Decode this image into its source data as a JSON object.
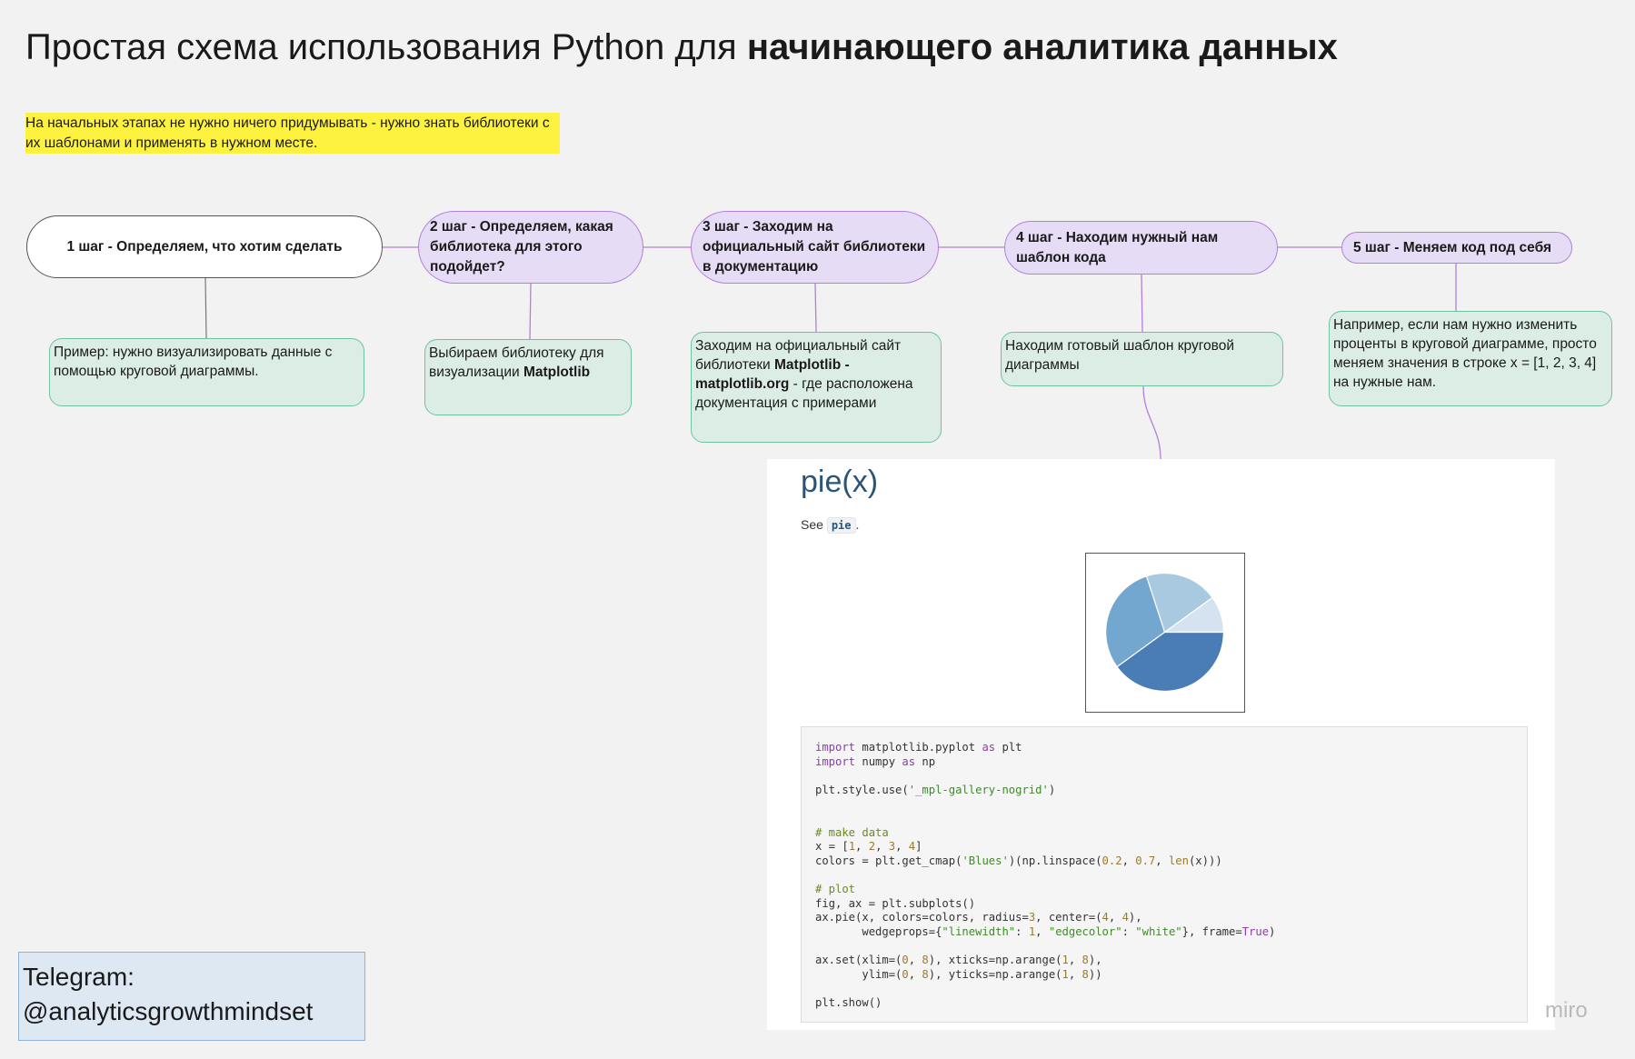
{
  "title": {
    "regular": "Простая схема использования Python для ",
    "bold": "начинающего аналитика данных"
  },
  "intro": "На начальных этапах не нужно ничего придумывать - нужно знать библиотеки с их шаблонами и применять в нужном месте.",
  "steps": [
    {
      "label": "1 шаг - Определяем, что хотим сделать",
      "note": {
        "pre": "Пример: нужно визуализировать данные с помощью круговой диаграммы.",
        "bold": "",
        "post": ""
      }
    },
    {
      "label": "2 шаг - Определяем, какая библиотека для этого подойдет?",
      "note": {
        "pre": "Выбираем библиотеку для визуализации ",
        "bold": "Matplotlib",
        "post": ""
      }
    },
    {
      "label": "3 шаг - Заходим на официальный сайт библиотеки в документацию",
      "note": {
        "pre": "Заходим на официальный сайт библиотеки ",
        "bold": "Matplotlib - matplotlib.org",
        "post": " - где расположена документация с примерами"
      }
    },
    {
      "label": "4 шаг - Находим нужный нам шаблон кода",
      "note": {
        "pre": "Находим готовый шаблон круговой диаграммы",
        "bold": "",
        "post": ""
      }
    },
    {
      "label": "5 шаг - Меняем код под себя",
      "note": {
        "pre": "Например, если нам нужно изменить проценты в круговой диаграмме, просто меняем значения в строке x = [1, 2, 3, 4] на нужные нам.",
        "bold": "",
        "post": ""
      }
    }
  ],
  "doc": {
    "title": "pie(x)",
    "see_prefix": "See ",
    "see_code": "pie",
    "see_suffix": ".",
    "pie": {
      "values": [
        1,
        2,
        3,
        4
      ],
      "colors": [
        "#d5e3f0",
        "#a9c9e0",
        "#73a7cf",
        "#4a7db6"
      ],
      "edgecolor": "#ffffff"
    },
    "code_lines": [
      [
        [
          "import",
          "kw"
        ],
        [
          " matplotlib.pyplot ",
          ""
        ],
        [
          "as",
          "kw"
        ],
        [
          " plt",
          ""
        ]
      ],
      [
        [
          "import",
          "kw"
        ],
        [
          " numpy ",
          ""
        ],
        [
          "as",
          "kw"
        ],
        [
          " np",
          ""
        ]
      ],
      [],
      [
        [
          "plt.style.use(",
          ""
        ],
        [
          "'_mpl-gallery-nogrid'",
          "str"
        ],
        [
          ")",
          ""
        ]
      ],
      [],
      [],
      [
        [
          "# make data",
          "com"
        ]
      ],
      [
        [
          "x = [",
          ""
        ],
        [
          "1",
          "num"
        ],
        [
          ", ",
          ""
        ],
        [
          "2",
          "num"
        ],
        [
          ", ",
          ""
        ],
        [
          "3",
          "num"
        ],
        [
          ", ",
          ""
        ],
        [
          "4",
          "num"
        ],
        [
          "]",
          ""
        ]
      ],
      [
        [
          "colors = plt.get_cmap(",
          ""
        ],
        [
          "'Blues'",
          "str"
        ],
        [
          ")(np.linspace(",
          ""
        ],
        [
          "0.2",
          "num"
        ],
        [
          ", ",
          ""
        ],
        [
          "0.7",
          "num"
        ],
        [
          ", ",
          ""
        ],
        [
          "len",
          "num"
        ],
        [
          "(x)))",
          ""
        ]
      ],
      [],
      [
        [
          "# plot",
          "com"
        ]
      ],
      [
        [
          "fig, ax = plt.subplots()",
          ""
        ]
      ],
      [
        [
          "ax.pie(x, colors=colors, radius=",
          ""
        ],
        [
          "3",
          "num"
        ],
        [
          ", center=(",
          ""
        ],
        [
          "4",
          "num"
        ],
        [
          ", ",
          ""
        ],
        [
          "4",
          "num"
        ],
        [
          "),",
          ""
        ]
      ],
      [
        [
          "       wedgeprops={",
          ""
        ],
        [
          "\"linewidth\"",
          "str"
        ],
        [
          ": ",
          ""
        ],
        [
          "1",
          "num"
        ],
        [
          ", ",
          ""
        ],
        [
          "\"edgecolor\"",
          "str"
        ],
        [
          ": ",
          ""
        ],
        [
          "\"white\"",
          "str"
        ],
        [
          "}, frame=",
          ""
        ],
        [
          "True",
          "kw"
        ],
        [
          ")",
          ""
        ]
      ],
      [],
      [
        [
          "ax.set(xlim=(",
          ""
        ],
        [
          "0",
          "num"
        ],
        [
          ", ",
          ""
        ],
        [
          "8",
          "num"
        ],
        [
          "), xticks=np.arange(",
          ""
        ],
        [
          "1",
          "num"
        ],
        [
          ", ",
          ""
        ],
        [
          "8",
          "num"
        ],
        [
          "),",
          ""
        ]
      ],
      [
        [
          "       ylim=(",
          ""
        ],
        [
          "0",
          "num"
        ],
        [
          ", ",
          ""
        ],
        [
          "8",
          "num"
        ],
        [
          "), yticks=np.arange(",
          ""
        ],
        [
          "1",
          "num"
        ],
        [
          ", ",
          ""
        ],
        [
          "8",
          "num"
        ],
        [
          "))",
          ""
        ]
      ],
      [],
      [
        [
          "plt.show()",
          ""
        ]
      ]
    ]
  },
  "telegram": {
    "line1": "Telegram:",
    "line2": "@analyticsgrowthmindset"
  },
  "watermark": "miro"
}
